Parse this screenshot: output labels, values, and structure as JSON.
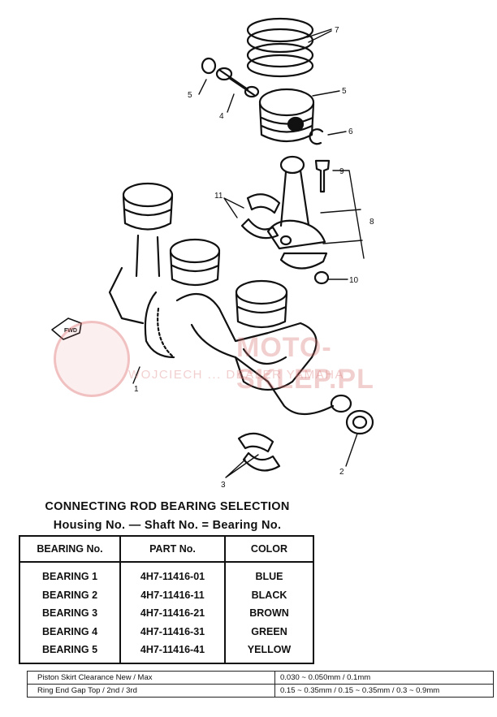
{
  "diagram": {
    "callouts": [
      "7",
      "5",
      "4",
      "5",
      "6",
      "9",
      "11",
      "8",
      "10",
      "1",
      "2",
      "3"
    ],
    "fwd_label": "FWD",
    "watermark_main": "MOTO-SKLEP.PL",
    "watermark_sub": "WOJCIECH ... DEALER YAMAHA"
  },
  "selection": {
    "title": "CONNECTING ROD BEARING SELECTION",
    "formula": "Housing No. — Shaft No. = Bearing No.",
    "headers": [
      "BEARING No.",
      "PART No.",
      "COLOR"
    ],
    "rows": [
      [
        "BEARING 1",
        "4H7-11416-01",
        "BLUE"
      ],
      [
        "BEARING 2",
        "4H7-11416-11",
        "BLACK"
      ],
      [
        "BEARING 3",
        "4H7-11416-21",
        "BROWN"
      ],
      [
        "BEARING 4",
        "4H7-11416-31",
        "GREEN"
      ],
      [
        "BEARING 5",
        "4H7-11416-41",
        "YELLOW"
      ]
    ]
  },
  "specs": [
    {
      "label": "Piston Skirt Clearance New / Max",
      "value": "0.030 ~ 0.050mm / 0.1mm"
    },
    {
      "label": "Ring End Gap Top / 2nd / 3rd",
      "value": "0.15 ~ 0.35mm / 0.15 ~ 0.35mm / 0.3 ~ 0.9mm"
    }
  ]
}
